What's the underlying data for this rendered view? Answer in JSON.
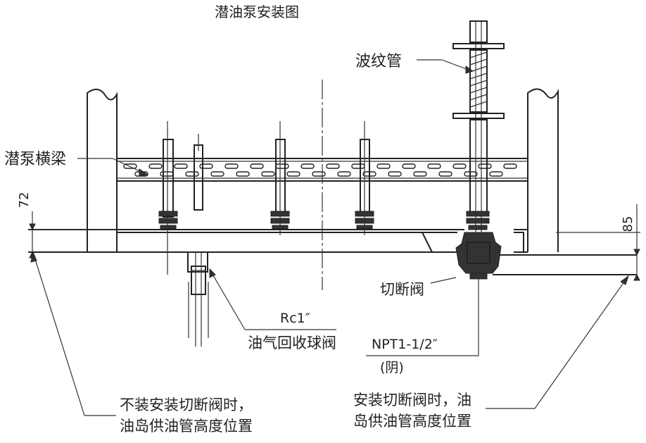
{
  "title": "潜油泵安装图",
  "labels": {
    "bellows": "波纹管",
    "beam": "潜泵横梁",
    "shutoff_valve": "切断阀",
    "rc1": "Rc1″",
    "ball_valve": "油气回收球阀",
    "npt": "NPT1-1/2″",
    "female": "(阴)",
    "note_left_line1": "不装安装切断阀时，",
    "note_left_line2": "油岛供油管高度位置",
    "note_right_line1": "安装切断阀时，油",
    "note_right_line2": "岛供油管高度位置"
  },
  "dimensions": {
    "left": "72",
    "right": "85"
  },
  "colors": {
    "line": "#222222",
    "background": "#ffffff"
  }
}
